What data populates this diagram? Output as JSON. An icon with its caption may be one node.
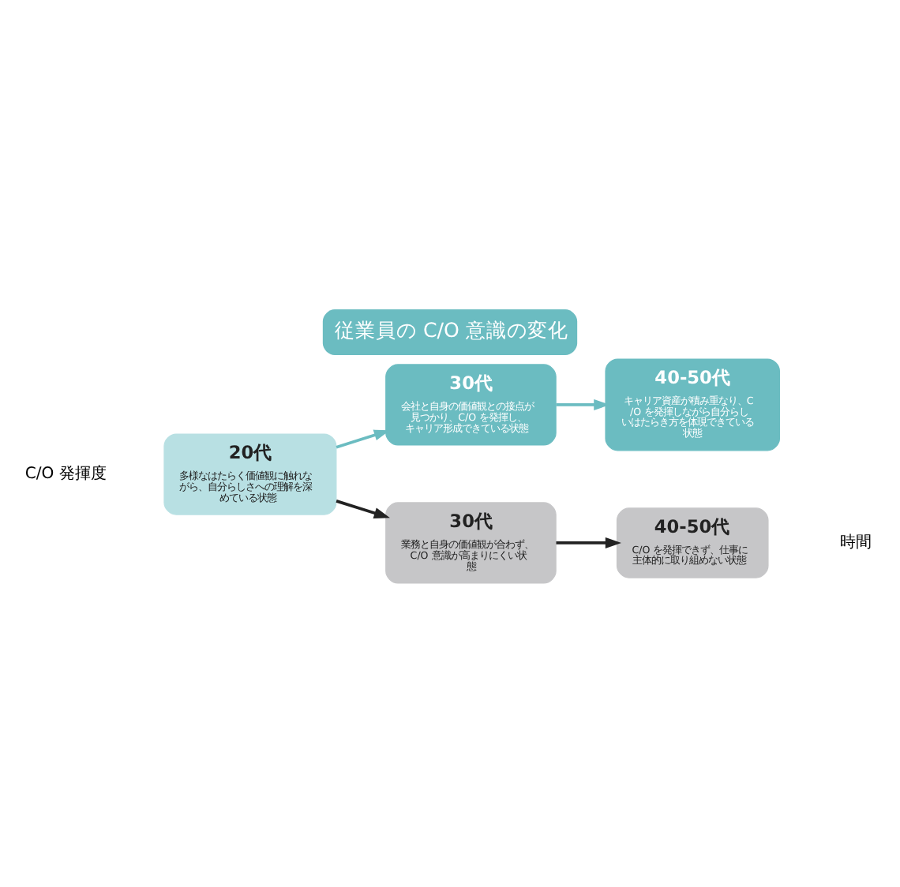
{
  "diagram": {
    "title": "従業員の C/O 意識の変化",
    "nodes": [
      {
        "text": [
          "20代",
          "多様なはたらく価値観に触れながら、自分らしさへの理解を深めている状態"
        ]
      },
      {
        "text": [
          "30代",
          "会社と自身の価値観との接点が見つかり、C/O を発揮し、キャリア形成できている状態"
        ]
      },
      {
        "text": [
          "40-50代",
          "キャリア資産が積み重なり、C/O を発揮しながら自分らしいはたらき方を体現できている状態"
        ]
      },
      {
        "text": [
          "30代",
          "業務と自身の価値観が合わず、C/O 意識が高まりにくい状態"
        ]
      },
      {
        "text": [
          "40-50代",
          "C/O を発揮できず、仕事に主体的に取り組めない状態"
        ]
      }
    ],
    "edges": [
      {
        "from": 0,
        "to": 1,
        "arrow": "to",
        "color": "#6bbcc1"
      },
      {
        "from": 1,
        "to": 2,
        "arrow": "to",
        "color": "#6bbcc1"
      },
      {
        "from": 0,
        "to": 3,
        "arrow": "to",
        "color": "#222222"
      },
      {
        "from": 3,
        "to": 4,
        "arrow": "to",
        "color": "#222222"
      }
    ],
    "labels": [
      "C/O 発揮度",
      "時間"
    ]
  }
}
